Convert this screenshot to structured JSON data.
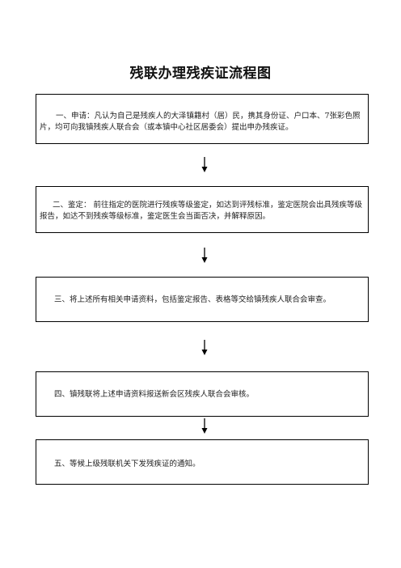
{
  "title": "残联办理残疾证流程图",
  "steps": [
    {
      "text": "一、申请：凡认为自己是残疾人的大泽镇籍村（居）民，携其身份证、户口本、7张彩色照片，均可向我镇残疾人联合会（或本镇中心社区居委会）提出申办残疾证。"
    },
    {
      "text": "二、鉴定：  前往指定的医院进行残疾等级鉴定，如达到评残标准，鉴定医院会出具残疾等级报告，如达不到残疾等级标准，鉴定医生会当面否决，并解释原因。"
    },
    {
      "text": "三、将上述所有相关申请资料，包括鉴定报告、表格等交给镇残疾人联合会审查。"
    },
    {
      "text": "四、镇残联将上述申请资料报送新会区残疾人联合会审核。"
    },
    {
      "text": "五、等候上级残联机关下发残疾证的通知。"
    }
  ],
  "arrows": [
    {
      "icon": "arrow-down-icon"
    },
    {
      "icon": "arrow-down-icon"
    },
    {
      "icon": "arrow-down-icon"
    },
    {
      "icon": "arrow-down-icon"
    }
  ]
}
